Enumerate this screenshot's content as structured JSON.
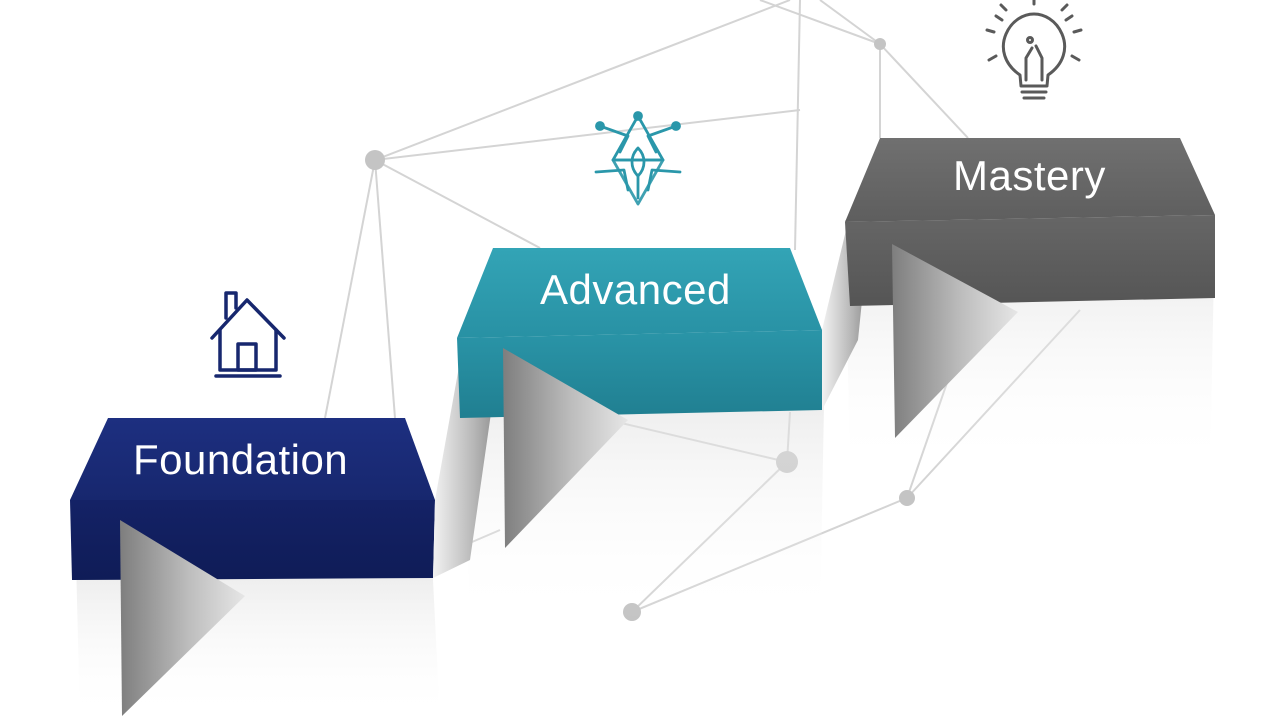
{
  "diagram": {
    "steps": [
      {
        "id": "foundation",
        "label": "Foundation",
        "icon": "house-icon",
        "color": "#17276e"
      },
      {
        "id": "advanced",
        "label": "Advanced",
        "icon": "abstract-star-icon",
        "color": "#2a97aa"
      },
      {
        "id": "mastery",
        "label": "Mastery",
        "icon": "lightbulb-icon",
        "color": "#6b6b6b"
      }
    ],
    "colors": {
      "network_line": "#d4d4d4",
      "network_node": "#c4c4c4",
      "house_icon": "#17276e",
      "star_icon": "#2a97aa",
      "bulb_icon": "#5a5a5a"
    }
  }
}
